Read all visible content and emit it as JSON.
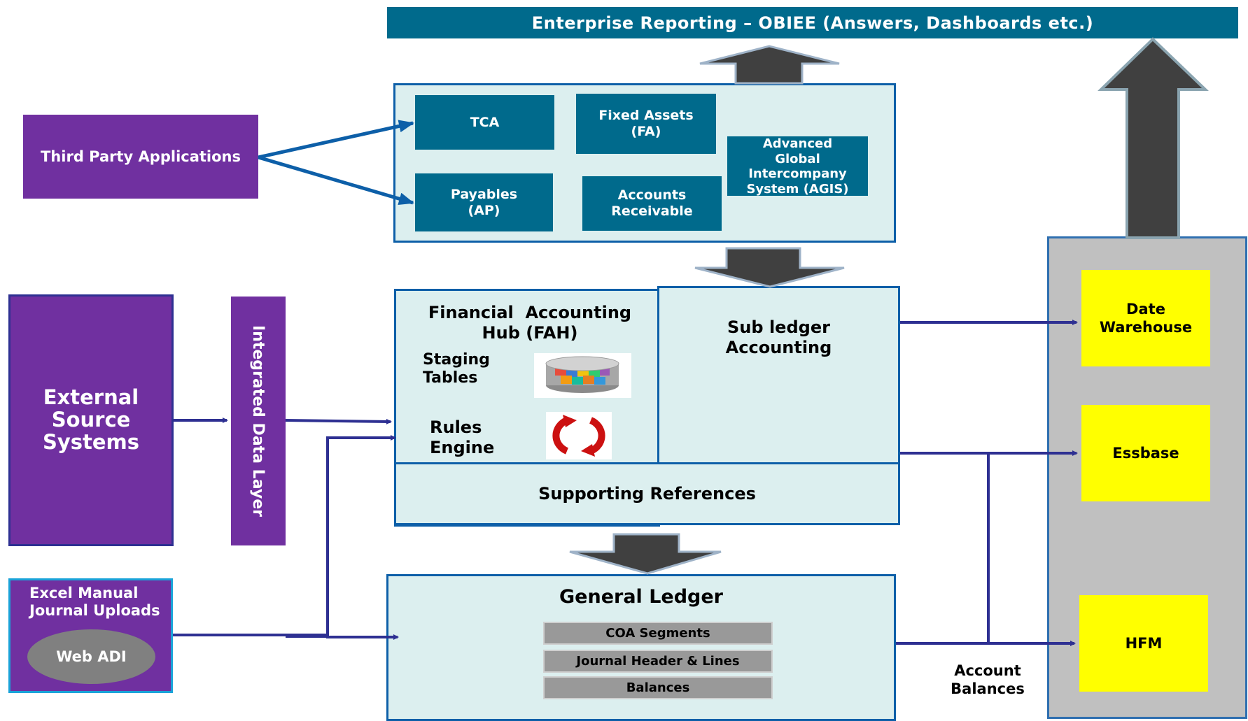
{
  "reporting": {
    "banner": "Enterprise Reporting – OBIEE (Answers, Dashboards etc.)"
  },
  "third_party": {
    "label": "Third Party Applications"
  },
  "subledgers": {
    "tca": "TCA",
    "fa": "Fixed Assets\n(FA)",
    "agis": "Advanced\nGlobal\nIntercompany\nSystem (AGIS)",
    "ap": "Payables\n(AP)",
    "ar": "Accounts\nReceivable"
  },
  "external_sources": {
    "label": "External\nSource\nSystems"
  },
  "integrated_layer": {
    "label": "Integrated Data Layer"
  },
  "fah": {
    "title": "Financial  Accounting\nHub (FAH)",
    "staging": "Staging\nTables",
    "rules": "Rules\nEngine",
    "sla": "Sub ledger\nAccounting",
    "supporting": "Supporting References"
  },
  "excel": {
    "label": "Excel Manual\nJournal Uploads",
    "webadi": "Web ADI"
  },
  "gl": {
    "title": "General Ledger",
    "rows": [
      "COA Segments",
      "Journal Header & Lines",
      "Balances"
    ]
  },
  "targets": {
    "warehouse": "Date\nWarehouse",
    "essbase": "Essbase",
    "hfm": "HFM",
    "account_balances": "Account\nBalances"
  },
  "colors": {
    "teal": "#006a8c",
    "purple": "#7030a0",
    "panel": "#dcefef",
    "panel_border": "#0d5fa8",
    "connector": "#2e3092",
    "arrow_fill": "#404040",
    "target": "#ffff00",
    "side_panel": "#c0c0c0"
  },
  "icons": [
    "database-icon",
    "rules-cycle-icon"
  ]
}
